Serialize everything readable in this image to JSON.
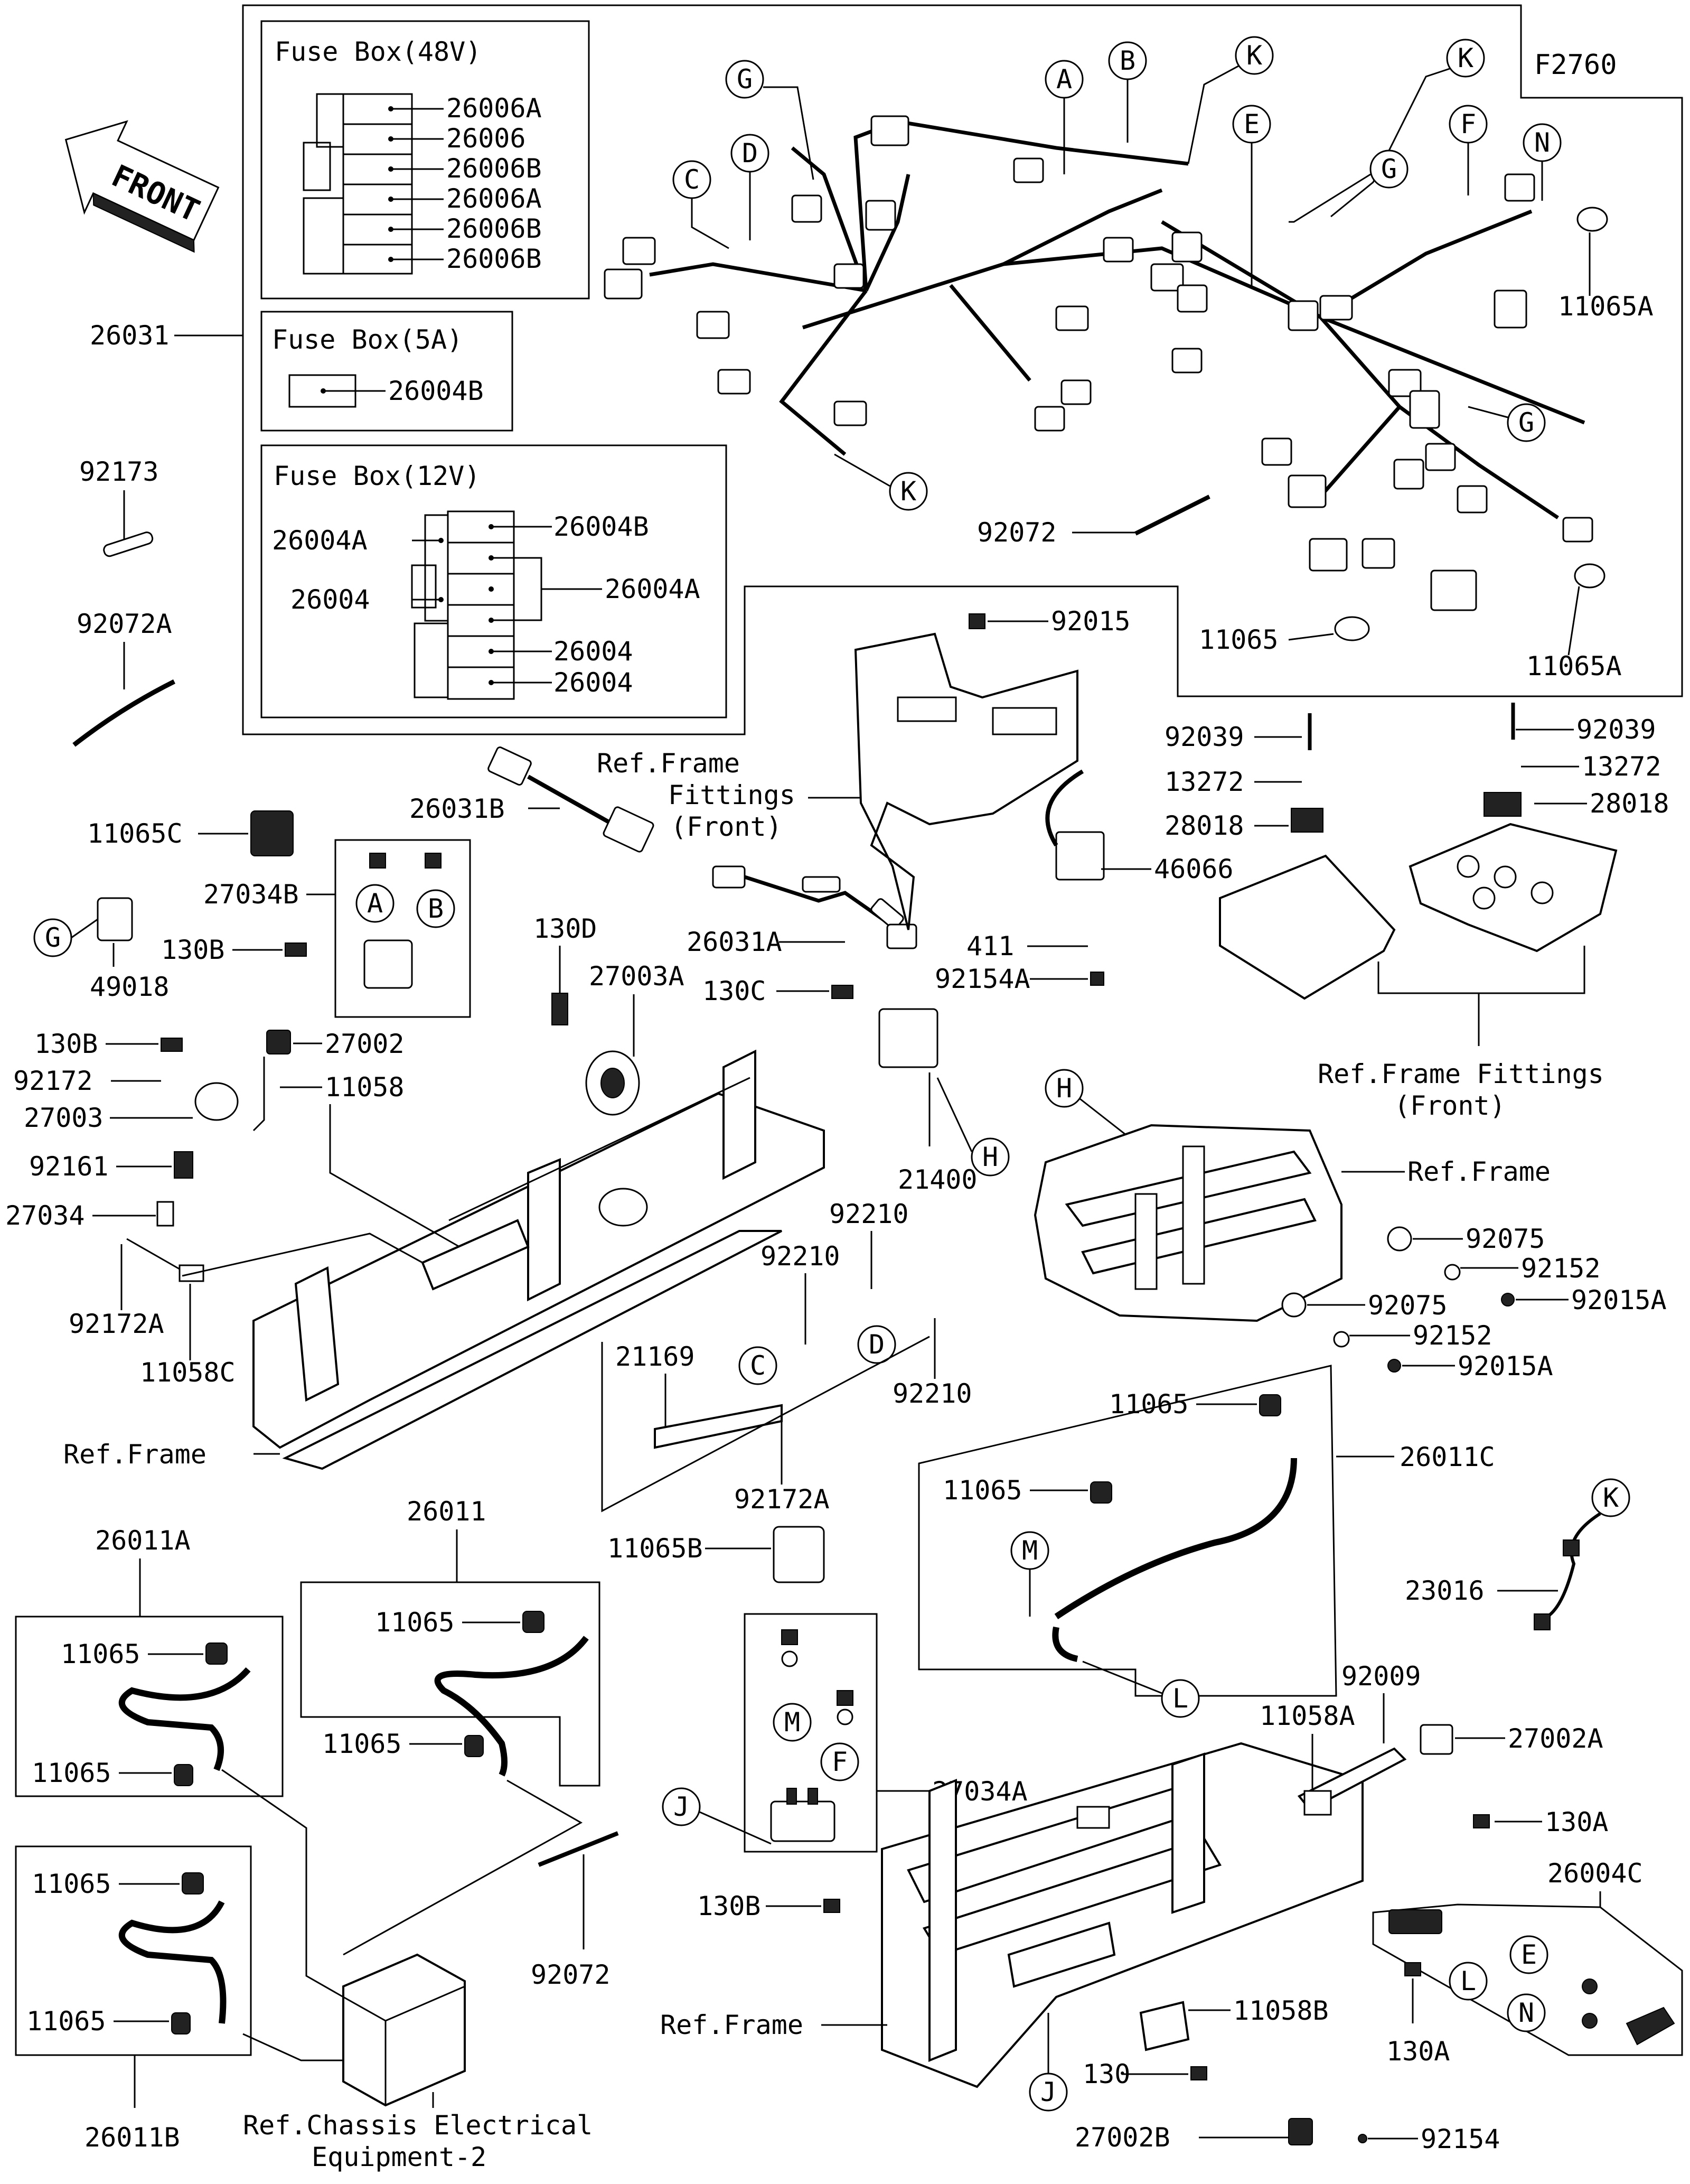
{
  "diagram": {
    "code": "F2760",
    "front_label": "FRONT",
    "fuse_boxes": {
      "b48": {
        "title": "Fuse Box(48V)",
        "parts": [
          "26006A",
          "26006",
          "26006B",
          "26006A",
          "26006B",
          "26006B"
        ]
      },
      "b5": {
        "title": "Fuse Box(5A)",
        "parts": [
          "26004B"
        ]
      },
      "b12": {
        "title": "Fuse Box(12V)",
        "right_parts": [
          "26004B",
          "26004A",
          "26004",
          "26004"
        ],
        "left_parts": [
          "26004A",
          "26004"
        ]
      }
    },
    "refs": {
      "frame_fittings_front_1": [
        "Ref.Frame",
        "Fittings",
        "(Front)"
      ],
      "frame_fittings_front_2": [
        "Ref.Frame Fittings",
        "(Front)"
      ],
      "frame_a": "Ref.Frame",
      "frame_b": "Ref.Frame",
      "frame_c": "Ref.Frame",
      "chassis": [
        "Ref.Chassis Electrical",
        "Equipment-2"
      ]
    },
    "circle_labels": [
      "A",
      "B",
      "C",
      "D",
      "E",
      "F",
      "G",
      "H",
      "J",
      "K",
      "L",
      "M",
      "N"
    ],
    "parts": {
      "p26031": "26031",
      "p92173": "92173",
      "p92072A": "92072A",
      "p92072": "92072",
      "p11065": "11065",
      "p11065A": "11065A",
      "p11065B": "11065B",
      "p11065C": "11065C",
      "p49018": "49018",
      "p26031B": "26031B",
      "p26031A": "26031A",
      "p27034B": "27034B",
      "p130B": "130B",
      "p130D": "130D",
      "p27003A": "27003A",
      "p27002": "27002",
      "p92172": "92172",
      "p27003": "27003",
      "p11058": "11058",
      "p92161": "92161",
      "p27034": "27034",
      "p92172A": "92172A",
      "p11058C": "11058C",
      "p130C": "130C",
      "p21400": "21400",
      "p92210": "92210",
      "p21169": "21169",
      "p92015": "92015",
      "p92039": "92039",
      "p13272": "13272",
      "p28018": "28018",
      "p46066": "46066",
      "p411": "411",
      "p92154A": "92154A",
      "p92075": "92075",
      "p92152": "92152",
      "p92015A": "92015A",
      "p26011C": "26011C",
      "p26011": "26011",
      "p26011A": "26011A",
      "p26011B": "26011B",
      "p23016": "23016",
      "p27034A": "27034A",
      "p92009": "92009",
      "p11058A": "11058A",
      "p27002A": "27002A",
      "p130A": "130A",
      "p26004C": "26004C",
      "p11058B": "11058B",
      "p130": "130",
      "p27002B": "27002B",
      "p92154": "92154"
    }
  }
}
